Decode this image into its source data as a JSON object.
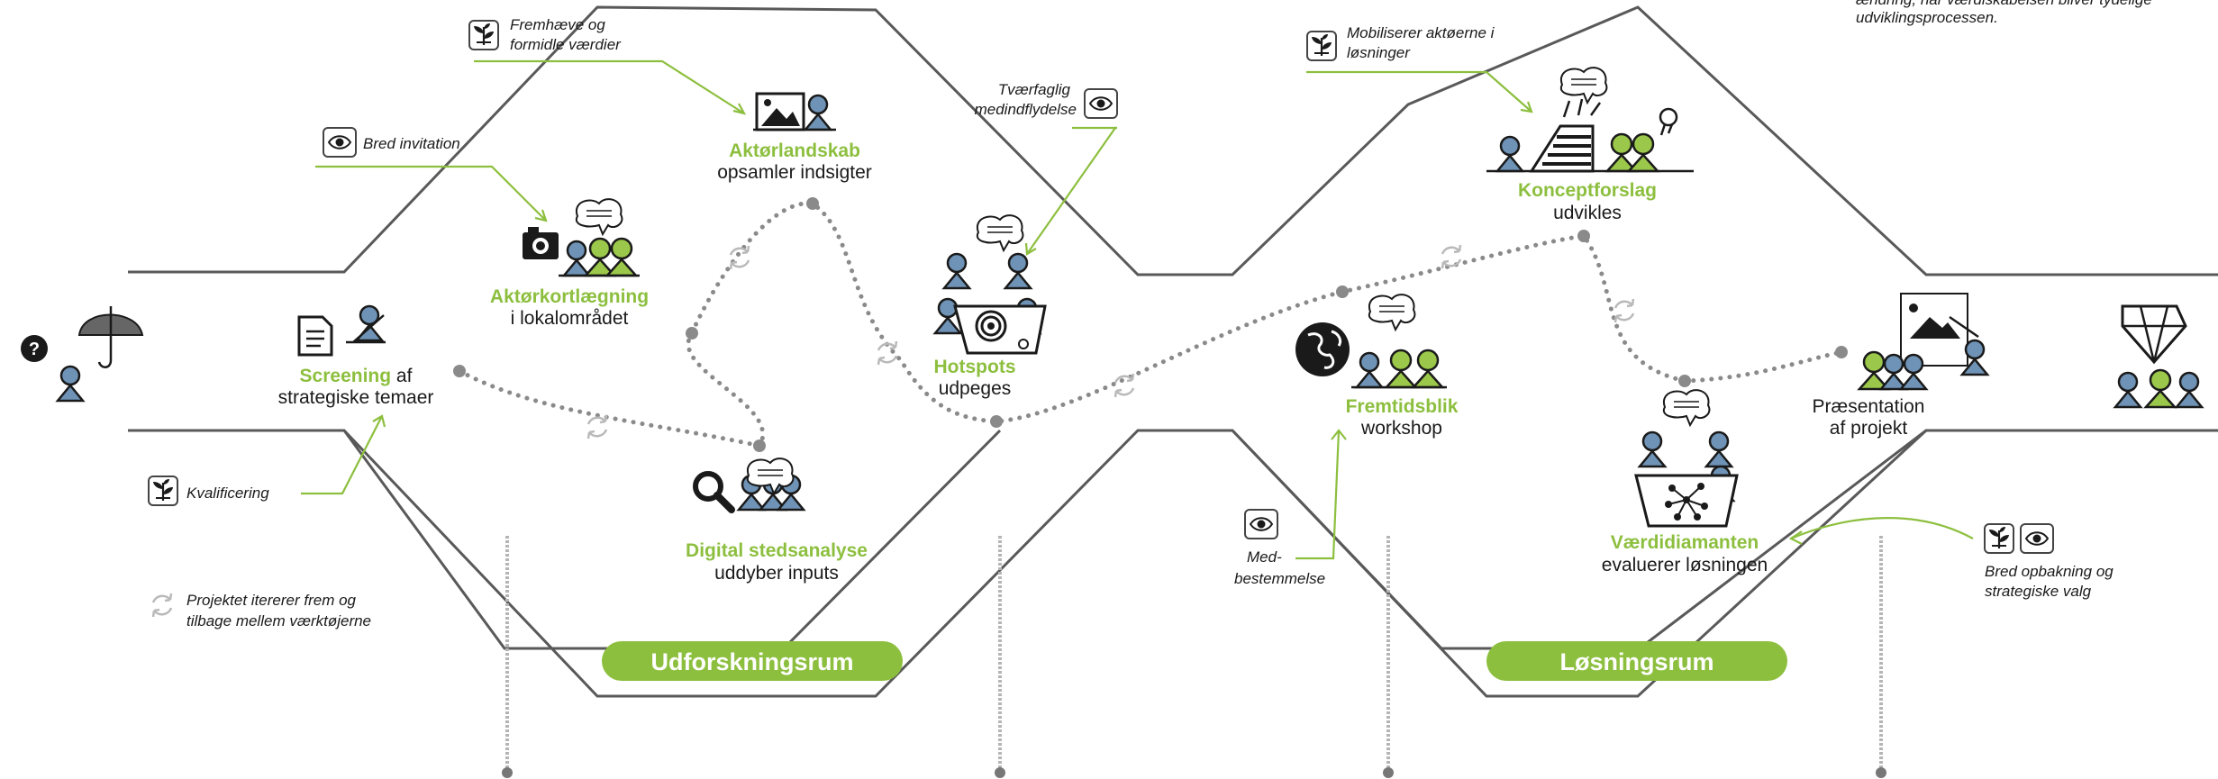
{
  "header": {
    "top_note_line1": "ændring, når værdiskabelsen bliver tydelige",
    "top_note_line2": "udviklingsprocessen."
  },
  "spaces": {
    "exploration_label": "Udforskningsrum",
    "solution_label": "Løsningsrum"
  },
  "steps": {
    "screening": {
      "title": "Screening",
      "title_suffix": " af",
      "subtitle": "strategiske temaer"
    },
    "kortlaegning": {
      "title": "Aktørkortlægning",
      "subtitle": "i lokalområdet"
    },
    "landskab": {
      "title": "Aktørlandskab",
      "subtitle": "opsamler indsigter"
    },
    "digital": {
      "title": "Digital stedsanalyse",
      "subtitle": "uddyber inputs"
    },
    "hotspots": {
      "title": "Hotspots",
      "subtitle": "udpeges"
    },
    "fremtid": {
      "title": "Fremtidsblik",
      "subtitle": "workshop"
    },
    "koncept": {
      "title": "Konceptforslag",
      "subtitle": "udvikles"
    },
    "diamant": {
      "title": "Værdidiamanten",
      "subtitle": "evaluerer løsningen"
    },
    "praesentation": {
      "title": "Præsentation",
      "subtitle": "af projekt"
    }
  },
  "annotations": {
    "fremhaeve_l1": "Fremhæve og",
    "fremhaeve_l2": "formidle værdier",
    "bred_invitation": "Bred invitation",
    "tvaerfaglig_l1": "Tværfaglig",
    "tvaerfaglig_l2": "medindflydelse",
    "mobiliserer_l1": "Mobiliserer aktøerne i",
    "mobiliserer_l2": "løsninger",
    "kvalificering": "Kvalificering",
    "iterer_l1": "Projektet itererer frem og",
    "iterer_l2": "tilbage mellem værktøjerne",
    "med_l1": "Med-",
    "med_l2": "bestemmelse",
    "bred_opbakning_l1": "Bred opbakning og",
    "bred_opbakning_l2": "strategiske valg"
  },
  "icons": {
    "sprout": "sprout-icon",
    "eye": "eye-icon",
    "cycle": "cycle-arrows-icon",
    "diamond": "diamond-icon",
    "umbrella": "umbrella-icon",
    "question": "question-mark-icon"
  },
  "colors": {
    "accent_green": "#8dbf3f",
    "figure_blue": "#6f93b6",
    "figure_green": "#9bc84a",
    "hull_gray": "#595959",
    "path_dots": "#8a8a8a"
  }
}
